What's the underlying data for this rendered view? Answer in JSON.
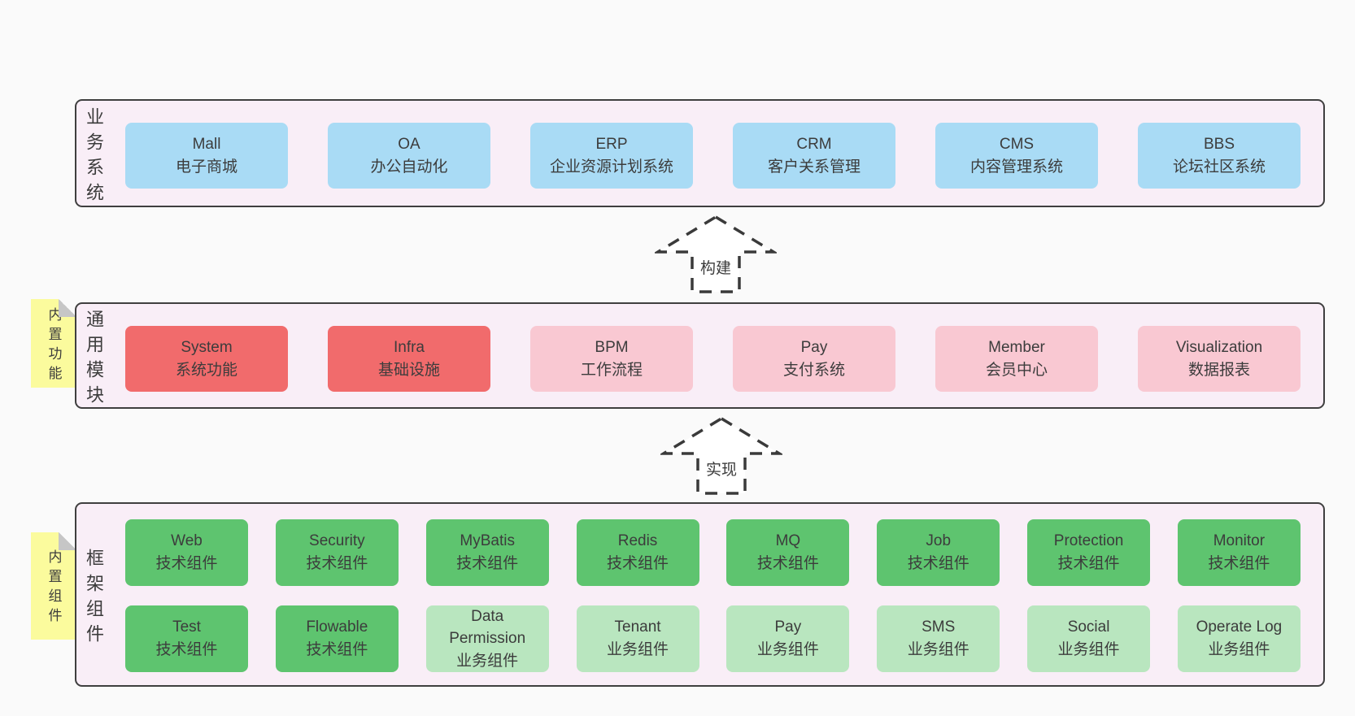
{
  "colors": {
    "page_bg": "#fafafa",
    "container_bg": "#f9eef7",
    "container_border": "#3f3f3f",
    "blue_box": "#a9dbf5",
    "red_box": "#f16b6c",
    "pink_box": "#f9c8d2",
    "green_dark_box": "#5ec46f",
    "green_light_box": "#b9e6bf",
    "sticky_note": "#fbfb9d",
    "note_fold": "#c6c6c6",
    "text": "#3c3c3c"
  },
  "arrows": [
    {
      "label": "构建"
    },
    {
      "label": "实现"
    }
  ],
  "notes": {
    "features": "内置功能",
    "components": "内置组件"
  },
  "sections": {
    "business": {
      "label": "业务系统",
      "boxes": [
        {
          "title": "Mall",
          "subtitle": "电子商城"
        },
        {
          "title": "OA",
          "subtitle": "办公自动化"
        },
        {
          "title": "ERP",
          "subtitle": "企业资源计划系统"
        },
        {
          "title": "CRM",
          "subtitle": "客户关系管理"
        },
        {
          "title": "CMS",
          "subtitle": "内容管理系统"
        },
        {
          "title": "BBS",
          "subtitle": "论坛社区系统"
        }
      ]
    },
    "modules": {
      "label": "通用模块",
      "boxes": [
        {
          "title": "System",
          "subtitle": "系统功能",
          "variant": "red"
        },
        {
          "title": "Infra",
          "subtitle": "基础设施",
          "variant": "red"
        },
        {
          "title": "BPM",
          "subtitle": "工作流程",
          "variant": "pink"
        },
        {
          "title": "Pay",
          "subtitle": "支付系统",
          "variant": "pink"
        },
        {
          "title": "Member",
          "subtitle": "会员中心",
          "variant": "pink"
        },
        {
          "title": "Visualization",
          "subtitle": "数据报表",
          "variant": "pink"
        }
      ]
    },
    "framework": {
      "label": "框架组件",
      "row1": [
        {
          "title": "Web",
          "subtitle": "技术组件",
          "variant": "green-dark"
        },
        {
          "title": "Security",
          "subtitle": "技术组件",
          "variant": "green-dark"
        },
        {
          "title": "MyBatis",
          "subtitle": "技术组件",
          "variant": "green-dark"
        },
        {
          "title": "Redis",
          "subtitle": "技术组件",
          "variant": "green-dark"
        },
        {
          "title": "MQ",
          "subtitle": "技术组件",
          "variant": "green-dark"
        },
        {
          "title": "Job",
          "subtitle": "技术组件",
          "variant": "green-dark"
        },
        {
          "title": "Protection",
          "subtitle": "技术组件",
          "variant": "green-dark"
        },
        {
          "title": "Monitor",
          "subtitle": "技术组件",
          "variant": "green-dark"
        }
      ],
      "row2": [
        {
          "title": "Test",
          "subtitle": "技术组件",
          "variant": "green-dark"
        },
        {
          "title": "Flowable",
          "subtitle": "技术组件",
          "variant": "green-dark"
        },
        {
          "title": "Data Permission",
          "subtitle": "业务组件",
          "variant": "green-light"
        },
        {
          "title": "Tenant",
          "subtitle": "业务组件",
          "variant": "green-light"
        },
        {
          "title": "Pay",
          "subtitle": "业务组件",
          "variant": "green-light"
        },
        {
          "title": "SMS",
          "subtitle": "业务组件",
          "variant": "green-light"
        },
        {
          "title": "Social",
          "subtitle": "业务组件",
          "variant": "green-light"
        },
        {
          "title": "Operate Log",
          "subtitle": "业务组件",
          "variant": "green-light"
        }
      ]
    }
  }
}
